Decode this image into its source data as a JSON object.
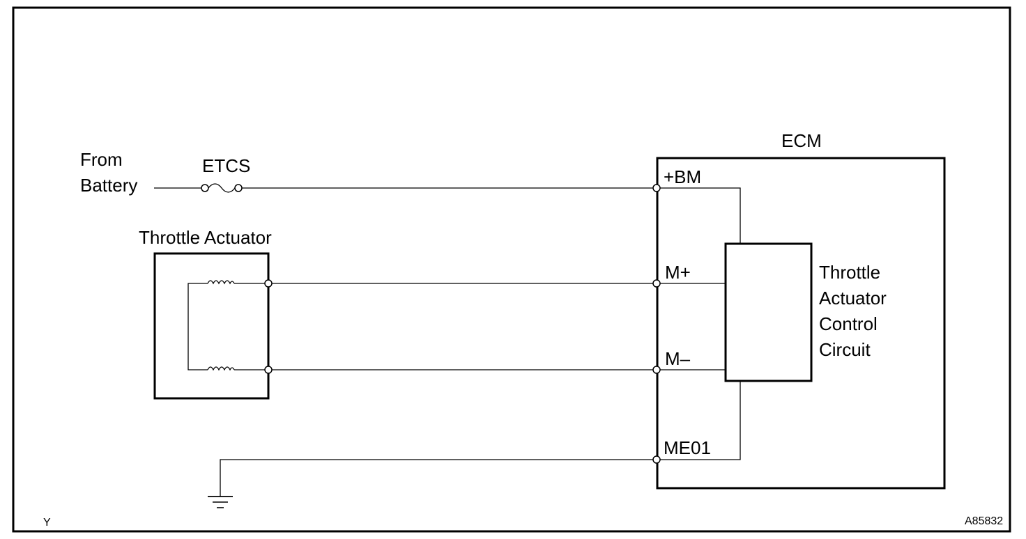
{
  "source": {
    "line1": "From",
    "line2": "Battery"
  },
  "fuse": {
    "label": "ETCS"
  },
  "actuator": {
    "title": "Throttle Actuator"
  },
  "ecm": {
    "title": "ECM",
    "pins": {
      "bm": "+BM",
      "mplus": "M+",
      "mminus": "M–",
      "me01": "ME01"
    },
    "circuit": {
      "line1": "Throttle",
      "line2": "Actuator",
      "line3": "Control",
      "line4": "Circuit"
    }
  },
  "corner_left": "Y",
  "figure_id": "A85832"
}
